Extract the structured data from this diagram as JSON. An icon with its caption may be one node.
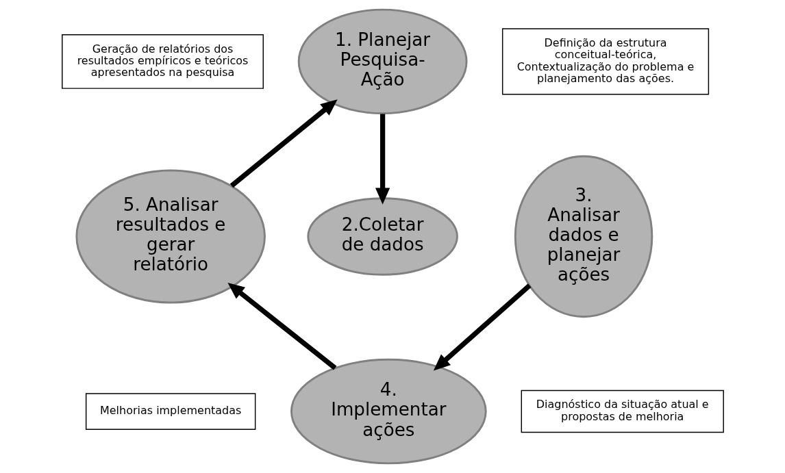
{
  "diagram": {
    "nodes": [
      {
        "text": [
          "1. Planejar Pesquisa-Ação"
        ]
      },
      {
        "text": [
          "2.Coletar de dados"
        ]
      },
      {
        "text": [
          "3. Analisar dados e planejar ações"
        ]
      },
      {
        "text": [
          "4. Implementar ações"
        ]
      },
      {
        "text": [
          "5. Analisar resultados e gerar relatório"
        ]
      },
      {
        "text": [
          "Geração de relatórios dos resultados empíricos e teóricos apresentados na pesquisa"
        ]
      },
      {
        "text": [
          "Definição da estrutura conceitual-teórica, Contextualização do problema e planejamento das ações."
        ]
      },
      {
        "text": [
          "Diagnóstico da situação atual e propostas de melhoria"
        ]
      },
      {
        "text": [
          "Melhorias implementadas"
        ]
      }
    ],
    "edges": [
      {
        "from": 0,
        "to": 1,
        "arrow": "to"
      },
      {
        "from": 2,
        "to": 3,
        "arrow": "to"
      },
      {
        "from": 3,
        "to": 4,
        "arrow": "to"
      },
      {
        "from": 4,
        "to": 0,
        "arrow": "to"
      }
    ]
  }
}
